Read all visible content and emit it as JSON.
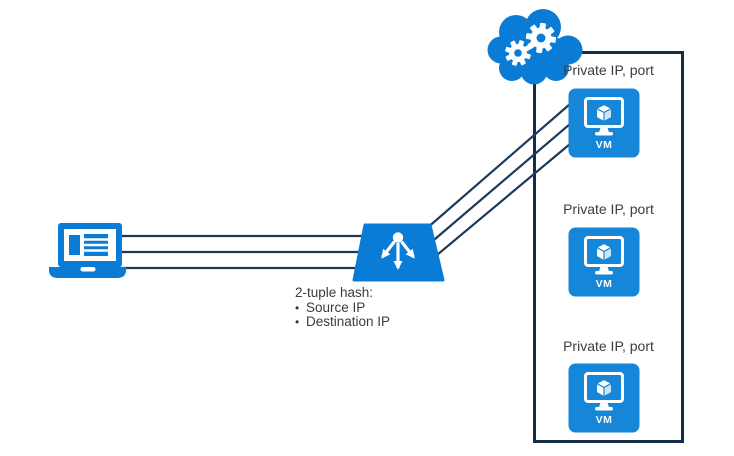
{
  "palette": {
    "icon_blue": "#0b7cd6",
    "vm_blue": "#1686d9",
    "line_navy": "#1b3a5c",
    "box_navy": "#142c47",
    "text_dark": "#3c3c3c"
  },
  "icons": {
    "client": "laptop-icon",
    "load_balancer": "load-balancer-icon",
    "cloud": "cloud-gears-icon",
    "vm": "vm-monitor-cube-icon"
  },
  "hash_note": {
    "title": "2-tuple hash:",
    "bullet": "•",
    "items": [
      "Source IP",
      "Destination IP"
    ]
  },
  "backend_pool": {
    "vms": [
      {
        "label": "Private IP, port",
        "badge": "VM"
      },
      {
        "label": "Private IP, port",
        "badge": "VM"
      },
      {
        "label": "Private IP, port",
        "badge": "VM"
      }
    ]
  }
}
